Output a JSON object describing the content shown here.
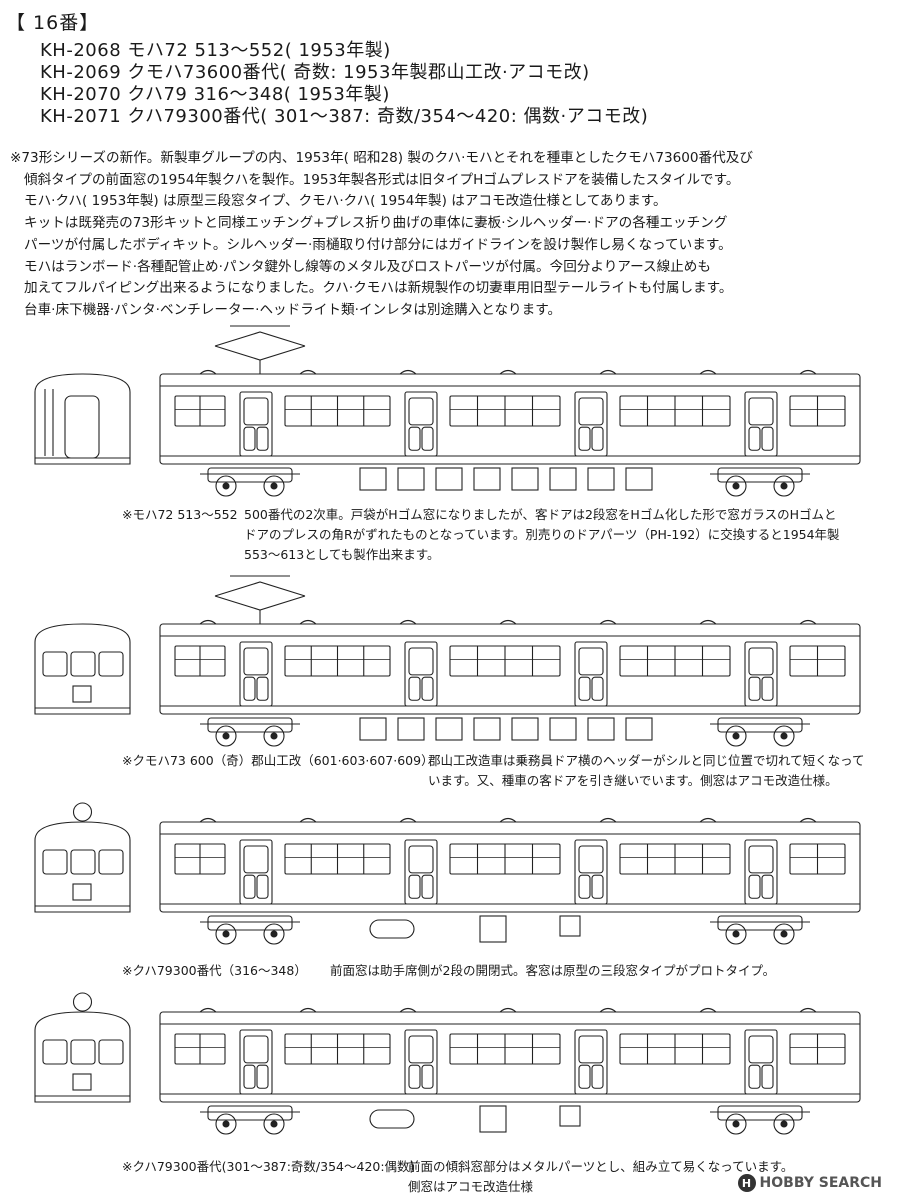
{
  "header": {
    "section": "【 16番】"
  },
  "products": [
    {
      "line": "KH-2068 モハ72 513〜552( 1953年製)"
    },
    {
      "line": "KH-2069 クモハ73600番代( 奇数: 1953年製郡山工改·アコモ改)"
    },
    {
      "line": "KH-2070 クハ79 316〜348( 1953年製)"
    },
    {
      "line": "KH-2071 クハ79300番代( 301〜387: 奇数/354〜420: 偶数·アコモ改)"
    }
  ],
  "notes": [
    "※73形シリーズの新作。新製車グループの内、1953年( 昭和28) 製のクハ·モハとそれを種車としたクモハ73600番代及び",
    "傾斜タイプの前面窓の1954年製クハを製作。1953年製各形式は旧タイプHゴムプレスドアを装備したスタイルです。",
    "モハ·クハ( 1953年製) は原型三段窓タイプ、クモハ·クハ( 1954年製) はアコモ改造仕様としてあります。",
    "キットは既発売の73形キットと同様エッチング+プレス折り曲げの車体に妻板·シルヘッダー·ドアの各種エッチング",
    "パーツが付属したボディキット。シルヘッダー·雨樋取り付け部分にはガイドラインを設け製作し易くなっています。",
    "モハはランボード·各種配管止め·パンタ鍵外し線等のメタル及びロストパーツが付属。今回分よりアース線止めも",
    "加えてフルパイピング出来るようになりました。クハ·クモハは新規製作の切妻車用旧型テールライトも付属します。",
    "台車·床下機器·パンタ·ベンチレーター·ヘッドライト類·インレタは別途購入となります。"
  ],
  "drawings": [
    {
      "model": "※モハ72 513〜552",
      "description": [
        "500番代の2次車。戸袋がHゴム窓になりましたが、客ドアは2段窓をHゴム化した形で窓ガラスのHゴムと",
        "ドアのプレスの角Rがずれたものとなっています。別売りのドアパーツ（PH-192）に交換すると1954年製",
        "553〜613としても製作出来ます。"
      ]
    },
    {
      "model": "※クモハ73 600（奇）郡山工改（601·603·607·609）",
      "description": [
        "郡山工改造車は乗務員ドア横のヘッダーがシルと同じ位置で切れて短くなって",
        "います。又、種車の客ドアを引き継いでいます。側窓はアコモ改造仕様。"
      ]
    },
    {
      "model": "※クハ79300番代（316〜348）",
      "description": [
        "前面窓は助手席側が2段の開閉式。客窓は原型の三段窓タイプがプロトタイプ。"
      ]
    },
    {
      "model": "※クハ79300番代(301〜387:奇数/354〜420:偶数)",
      "description": [
        "前面の傾斜窓部分はメタルパーツとし、組み立て易くなっています。",
        "側窓はアコモ改造仕様"
      ]
    }
  ],
  "watermark": {
    "logo": "H",
    "text": "HOBBY SEARCH"
  }
}
